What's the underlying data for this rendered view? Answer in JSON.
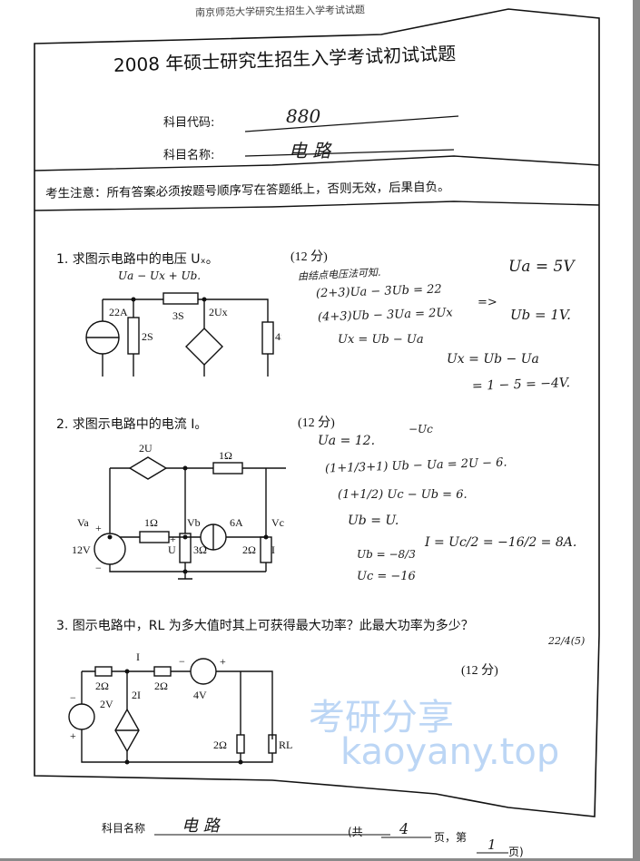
{
  "header": {
    "school_line": "南京师范大学研究生招生入学考试试题",
    "title": "2008 年硕士研究生招生入学考试初试试题"
  },
  "subject": {
    "code_label": "科目代码:",
    "code_value": "880",
    "name_label": "科目名称:",
    "name_value": "电 路"
  },
  "notice": "考生注意：所有答案必须按题号顺序写在答题纸上，否则无效，后果自负。",
  "questions": [
    {
      "text": "1. 求图示电路中的电压 Uₓ。",
      "points": "(12 分)",
      "labels": {
        "top": "Ua  − Ux + Ub.",
        "src": "22A",
        "g1": "2S",
        "g2": "3S",
        "dep": "2Ux",
        "g3": "4S"
      },
      "handwriting": [
        "由结点电压法可知.",
        "(2+3)Ua − 3Ub = 22",
        "(4+3)Ub − 3Ua = 2Ux",
        "Ux = Ub − Ua",
        "=>",
        "Ua = 5V",
        "Ub = 1V.",
        "Ux = Ub − Ua",
        "= 1 − 5 = −4V."
      ]
    },
    {
      "text": "2. 求图示电路中的电流 I。",
      "points": "(12 分)",
      "labels": {
        "dep": "2U",
        "r1": "1Ω",
        "r2": "1Ω",
        "va": "Va",
        "vb": "Vb",
        "vc": "Vc",
        "cs": "6A",
        "vs": "12V",
        "u": "U",
        "r3": "3Ω",
        "r4": "2Ω",
        "i": "I",
        "plus": "+",
        "minus": "−"
      },
      "handwriting": [
        "Ua = 12.",
        "(1+1/3+1) Ub − Ua = 2U − 6.",
        "−Uc",
        "(1+1/2) Uc − Ub = 6.",
        "Ub = U.",
        "Ub = −8/3",
        "Uc = −16",
        "I = Uc/2 = −16/2 = 8A."
      ]
    },
    {
      "text": "3. 图示电路中，RL 为多大值时其上可获得最大功率？此最大功率为多少？",
      "points": "(12 分)",
      "labels": {
        "r1": "2Ω",
        "r2": "2Ω",
        "i": "I",
        "vs1": "2V",
        "dep": "2I",
        "vs2": "4V",
        "r3": "2Ω",
        "rl": "RL",
        "plus": "+",
        "minus": "−"
      },
      "handwriting": [
        "22/4(5)"
      ]
    }
  ],
  "footer": {
    "name_label": "科目名称",
    "name_value": "电 路",
    "total_prefix": "(共",
    "total_pages": "4",
    "page_mid": "页，第",
    "page_no": "1",
    "page_suffix": "页)"
  },
  "watermark": {
    "text": "kaoyany.top",
    "chars": "考研分享",
    "color": "#bcd6f5"
  }
}
